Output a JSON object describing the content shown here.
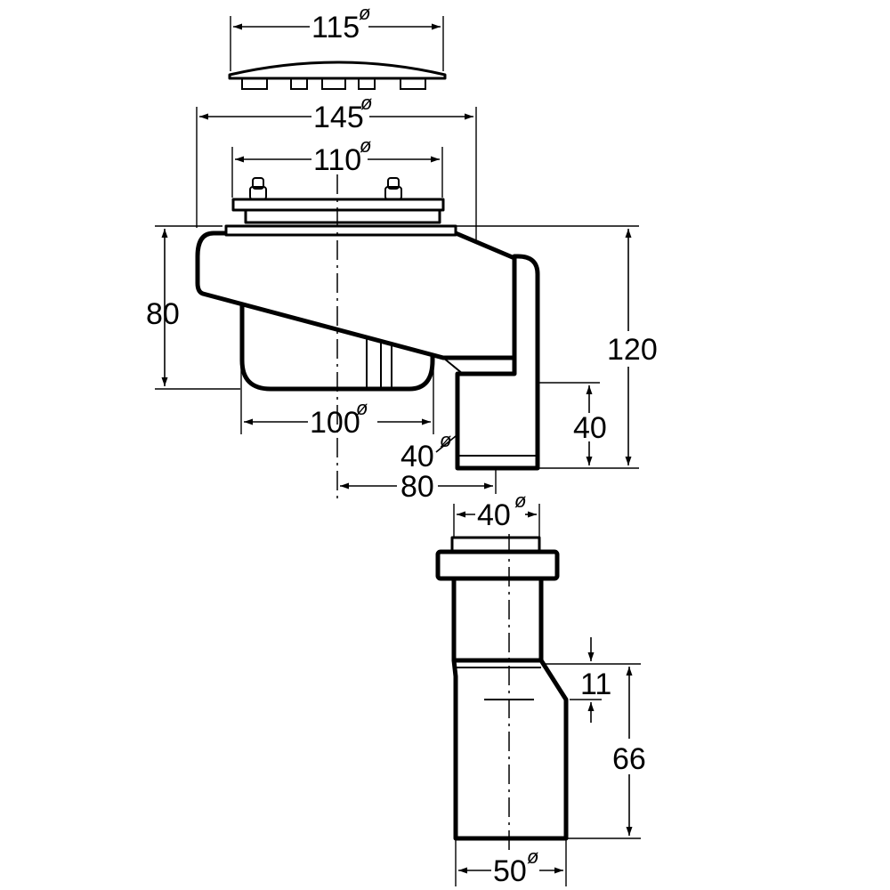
{
  "dimensions": {
    "cover_diameter": "115",
    "flange_diameter": "145",
    "grate_diameter": "110",
    "body_height": "80",
    "total_height": "120",
    "bowl_diameter": "100",
    "outlet_diameter": "40",
    "outlet_height": "40",
    "outlet_offset": "80",
    "adapter_inner_diameter": "40",
    "adapter_step": "11",
    "adapter_length": "66",
    "adapter_outer_diameter": "50"
  },
  "symbols": {
    "diameter": "ø"
  }
}
